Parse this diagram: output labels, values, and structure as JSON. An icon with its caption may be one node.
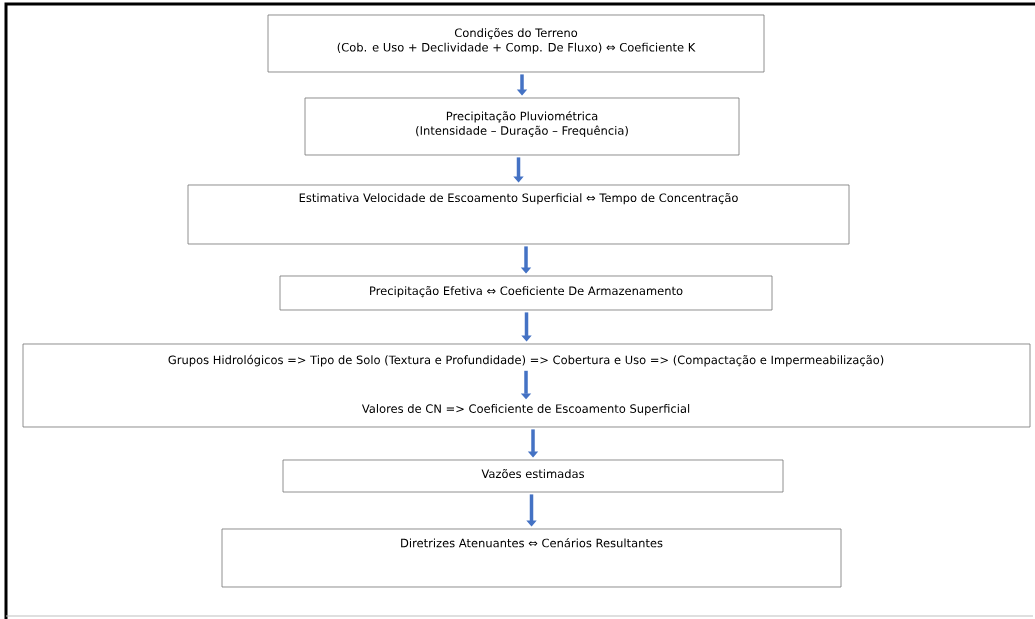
{
  "diagram": {
    "nodes": [
      {
        "text": [
          "Condições do Terreno",
          "(Cob. e Uso + Declividade + Comp. De Fluxo) ⇔ Coeficiente K"
        ]
      },
      {
        "text": [
          "Precipitação Pluviométrica",
          "(Intensidade – Duração – Frequência)"
        ]
      },
      {
        "text": [
          "Estimativa Velocidade de Escoamento Superficial ⇔ Tempo de Concentração"
        ]
      },
      {
        "text": [
          "Precipitação Efetiva ⇔ Coeficiente De Armazenamento"
        ]
      },
      {
        "text": [],
        "shape": "box"
      },
      {
        "text": [
          "Grupos Hidrológicos => Tipo de Solo (Textura e Profundidade) => Cobertura e Uso => (Compactação e Impermeabilização)"
        ],
        "in": 4
      },
      {
        "text": [
          "Valores de CN => Coeficiente de Escoamento Superficial"
        ],
        "in": 4
      },
      {
        "text": [
          "Vazões estimadas"
        ]
      },
      {
        "text": [
          "Diretrizes Atenuantes ⇔ Cenários Resultantes"
        ]
      }
    ],
    "edges": [
      {
        "from": 0,
        "to": 1,
        "arrow": "to"
      },
      {
        "from": 1,
        "to": 2,
        "arrow": "to"
      },
      {
        "from": 2,
        "to": 3,
        "arrow": "to"
      },
      {
        "from": 3,
        "to": 4,
        "arrow": "to"
      },
      {
        "from": 5,
        "to": 6,
        "arrow": "to"
      },
      {
        "from": 4,
        "to": 7,
        "arrow": "to"
      },
      {
        "from": 7,
        "to": 8,
        "arrow": "to"
      }
    ]
  }
}
